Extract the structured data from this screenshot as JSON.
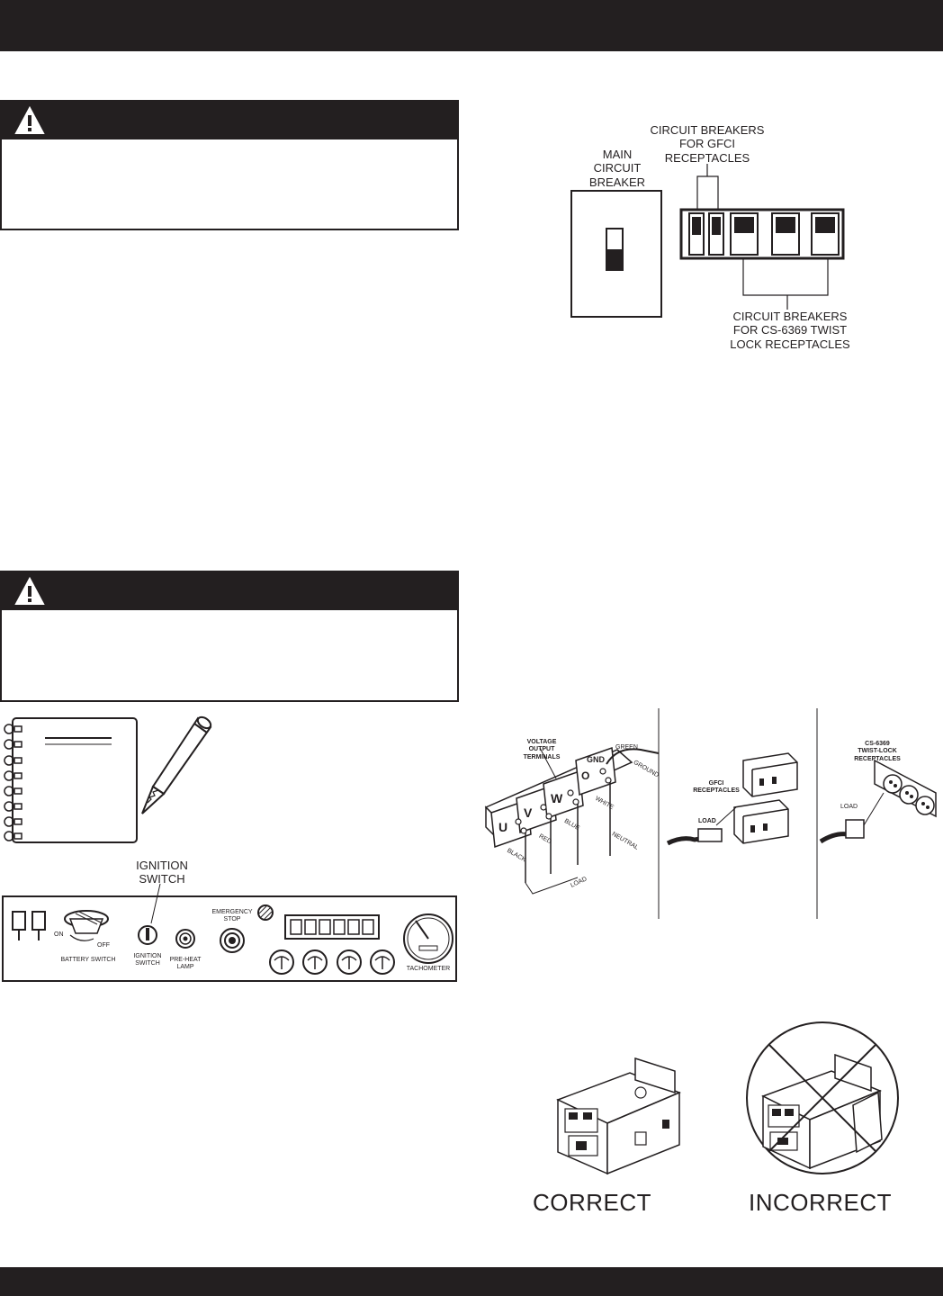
{
  "warnings": [
    {
      "icon": "warning-triangle-icon"
    },
    {
      "icon": "warning-triangle-icon"
    }
  ],
  "breaker_diagram": {
    "main_label": [
      "MAIN",
      "CIRCUIT",
      "BREAKER"
    ],
    "gfci_label": [
      "CIRCUIT BREAKERS",
      "FOR GFCI",
      "RECEPTACLES"
    ],
    "twist_label": [
      "CIRCUIT BREAKERS",
      "FOR CS-6369 TWIST",
      "LOCK RECEPTACLES"
    ]
  },
  "ignition_label": [
    "IGNITION",
    "SWITCH"
  ],
  "control_panel": {
    "battery_switch": "BATTERY SWITCH",
    "on": "ON",
    "off": "OFF",
    "ignition_switch": [
      "IGNITION",
      "SWITCH"
    ],
    "preheat_lamp": [
      "PRE-HEAT",
      "LAMP"
    ],
    "emergency_stop": [
      "EMERGENCY",
      "STOP"
    ],
    "tachometer": "TACHOMETER"
  },
  "terminal_diagram": {
    "voltage_output": [
      "VOLTAGE",
      "OUTPUT",
      "TERMINALS"
    ],
    "green": "GREEN",
    "ground": "GROUND",
    "gnd": "GND",
    "u": "U",
    "v": "V",
    "w": "W",
    "o": "O",
    "black": "BLACK",
    "red": "RED",
    "blue": "BLUE",
    "white": "WHITE",
    "neutral": "NEUTRAL",
    "load": "LOAD"
  },
  "gfci_diagram": {
    "receptacles": [
      "GFCI",
      "RECEPTACLES"
    ],
    "load": "LOAD"
  },
  "twistlock_diagram": {
    "receptacles": [
      "CS-6369",
      "TWIST-LOCK",
      "RECEPTACLES"
    ],
    "load": "LOAD"
  },
  "placement": {
    "correct": "CORRECT",
    "incorrect": "INCORRECT"
  }
}
